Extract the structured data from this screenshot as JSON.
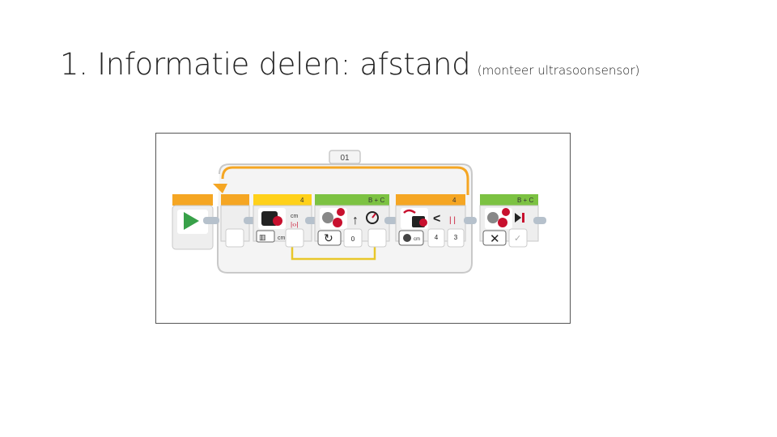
{
  "slide": {
    "title": "1. Informatie delen: afstand",
    "subtitle": "(monteer ultrasoonsensor)"
  },
  "program": {
    "loop_label": "01",
    "ultrasonic_block": {
      "port": "4",
      "mode_label": "cm"
    },
    "steering_block_1": {
      "ports": "B + C",
      "steering_value": "0"
    },
    "compare_block": {
      "port": "4",
      "mode_label": "cm",
      "compare_type": "4",
      "threshold": "3"
    },
    "steering_block_2": {
      "ports": "B + C"
    }
  },
  "colors": {
    "flow": "#f5a623",
    "sensor": "#ffd11a",
    "motor": "#7cc242",
    "wire": "#e8c72a"
  }
}
